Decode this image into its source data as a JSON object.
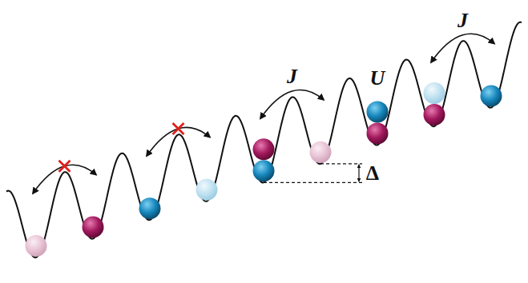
{
  "diagram": {
    "labels": [
      "J",
      "U",
      "J",
      "Δ"
    ]
  }
}
